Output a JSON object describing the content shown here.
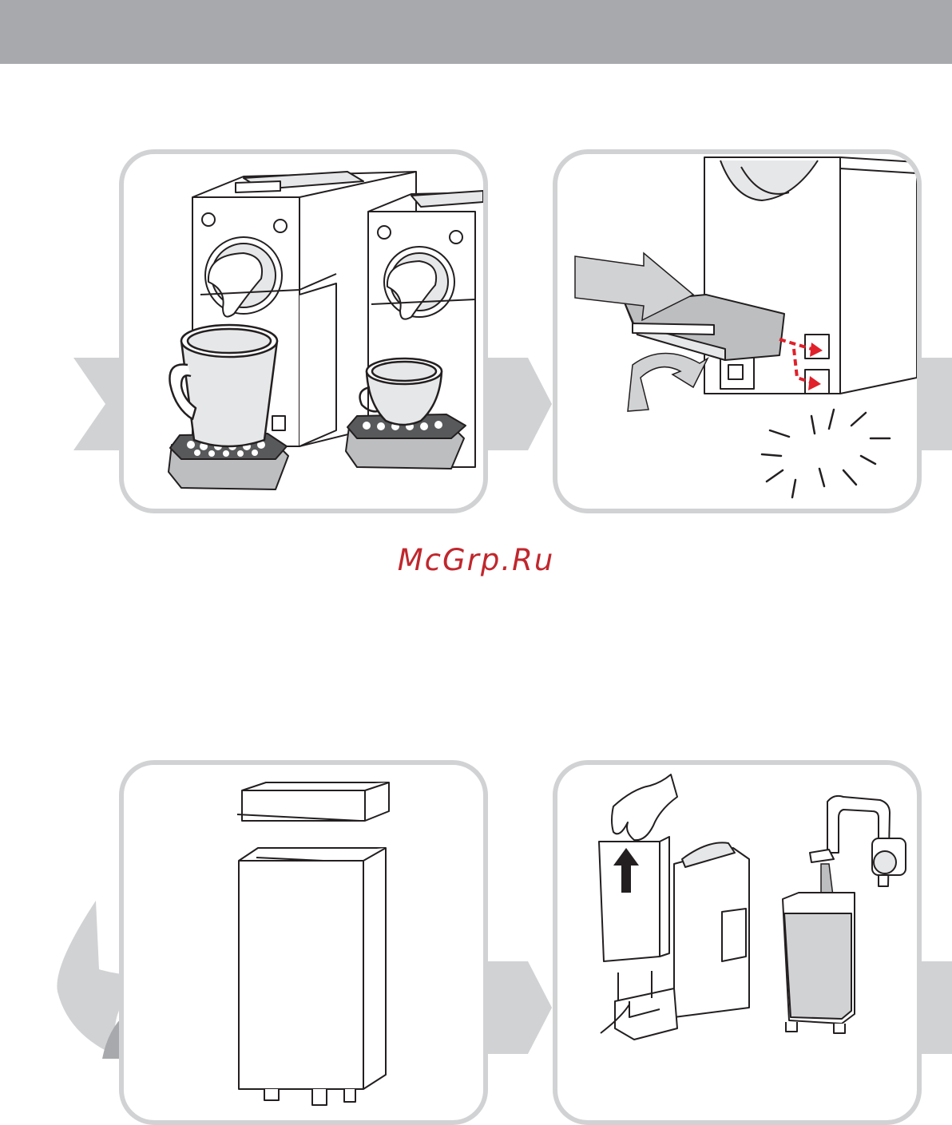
{
  "watermark": {
    "text": "McGrp.Ru"
  },
  "colors": {
    "header": "#a7a9ac",
    "panel_border": "#d1d2d4",
    "arrow_fill": "#d1d2d4",
    "watermark": "#c0272d",
    "accent_red": "#e0202a",
    "line": "#231f20",
    "mid_gray": "#bcbec0",
    "dark_gray": "#58595b"
  },
  "panels": [
    {
      "id": "cups-on-drip-tray",
      "illustration": "two-coffee-machines-with-cups-icon"
    },
    {
      "id": "drip-tray-attach",
      "illustration": "drip-tray-click-into-place-icon"
    },
    {
      "id": "water-tank-lid",
      "illustration": "water-tank-and-lid-icon"
    },
    {
      "id": "fill-water-tank",
      "illustration": "remove-and-fill-water-tank-icon"
    }
  ]
}
